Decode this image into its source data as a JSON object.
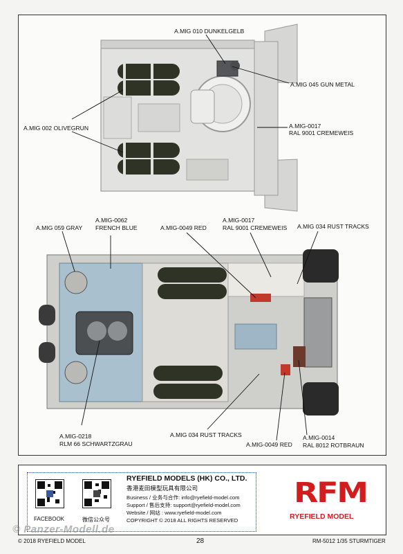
{
  "top_view": {
    "labels": {
      "dunkelgelb": "A.MIG 010 DUNKELGELB",
      "gun_metal": "A.MIG 045 GUN METAL",
      "olivegrun": "A.MIG 002 OLIVEGRUN",
      "cremeweis_1": "A.MIG-0017",
      "cremeweis_2": "RAL 9001 CREMEWEIS"
    }
  },
  "hull_view": {
    "labels": {
      "gray": "A.MIG 059 GRAY",
      "french_blue_1": "A.MIG-0062",
      "french_blue_2": "FRENCH BLUE",
      "red_top": "A.MIG-0049  RED",
      "cremeweis_1": "A.MIG-0017",
      "cremeweis_2": "RAL 9001 CREMEWEIS",
      "rust_top": "A.MIG 034 RUST TRACKS",
      "schwartzgrau_1": "A.MIG-0218",
      "schwartzgrau_2": "RLM 66 SCHWARTZGRAU",
      "rust_bottom": "A.MIG 034 RUST TRACKS",
      "red_bottom": "A.MIG-0049  RED",
      "rotbraun_1": "A.MIG-0014",
      "rotbraun_2": "RAL 8012 ROTBRAUN"
    }
  },
  "footer": {
    "qr1_caption": "FACEBOOK",
    "qr2_caption": "微信公众号",
    "company": "RYEFIELD MODELS (HK) CO., LTD.",
    "company_cn": "香港麦田模型玩具有限公司",
    "business": "Business / 业务与合作: info@ryefield-model.com",
    "support": "Support / 售后支持: support@ryefield-model.com",
    "website": "Website / 网站 : www.ryefield-model.com",
    "copyright": "COPYRIGHT © 2018  ALL RIGHTS RESERVED",
    "logo": "RFM",
    "logo_sub": "RYEFIELD MODEL"
  },
  "page": {
    "copyright_left": "© 2018 RYEFIELD MODEL",
    "page_number": "28",
    "product": "RM-5012  1/35  STURMTIGER",
    "watermark": "© Panzer-Modell.de"
  },
  "colors": {
    "olive": "#2e3326",
    "french_blue": "#a9c0cf",
    "creme": "#e8e7e3",
    "red": "#c0392b",
    "rust": "#2a2a2a",
    "logo_red": "#d21d1f"
  }
}
